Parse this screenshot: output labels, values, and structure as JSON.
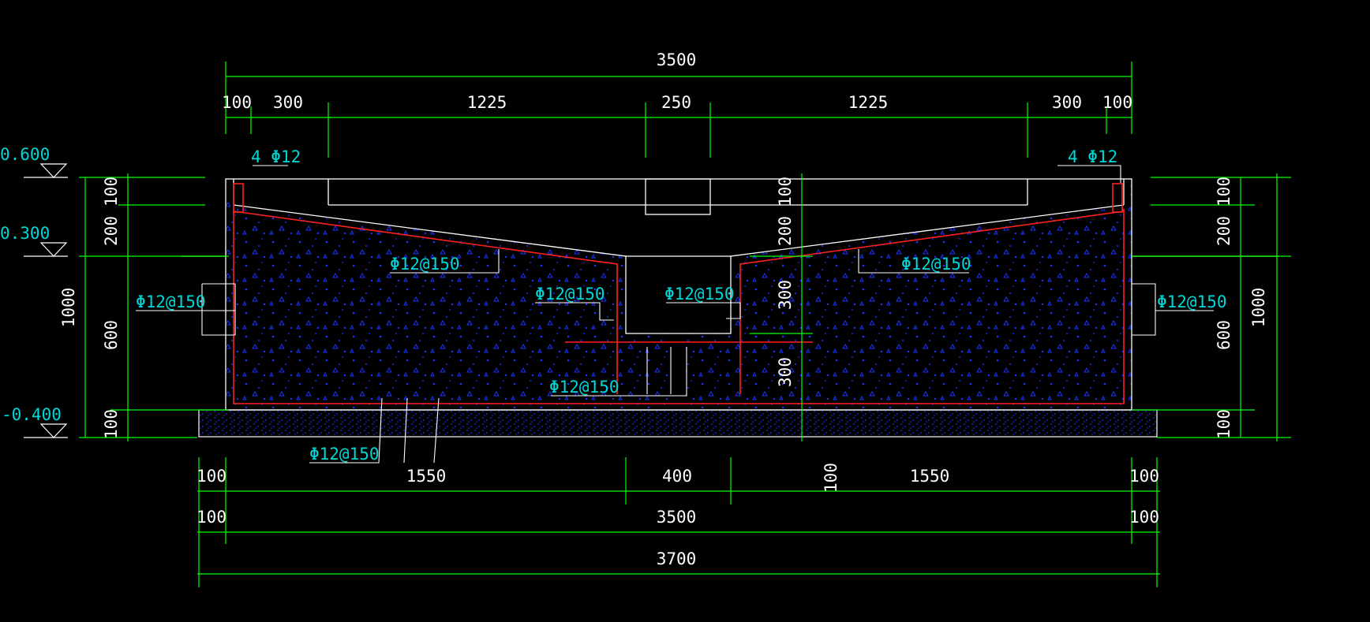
{
  "colors": {
    "background": "#000000",
    "dimension": "#00ff00",
    "outline": "#ffffff",
    "rebar": "#ff2020",
    "concrete_hatch": "#1a33ff",
    "label_text": "#00d7d7"
  },
  "dimensions": {
    "top_overall": "3500",
    "top_segments": [
      "100",
      "300",
      "1225",
      "250",
      "1225",
      "300",
      "100"
    ],
    "bottom_row1": [
      "100",
      "1550",
      "400",
      "100",
      "1550",
      "100"
    ],
    "bottom_row2": [
      "100",
      "3500",
      "100"
    ],
    "bottom_overall": "3700",
    "left_segments": [
      "100",
      "200",
      "600",
      "100"
    ],
    "left_overall": "1000",
    "right_segments": [
      "100",
      "200",
      "600",
      "100"
    ],
    "right_overall": "1000",
    "center_segments": [
      "100",
      "200",
      "300",
      "300"
    ]
  },
  "elevations": [
    "0.600",
    "0.300",
    "-0.400"
  ],
  "rebar_labels": {
    "corner_left": "4 Φ12",
    "corner_right": "4 Φ12",
    "slope_left": "Φ12@150",
    "slope_right": "Φ12@150",
    "wall_left": "Φ12@150",
    "wall_right": "Φ12@150",
    "trench_left": "Φ12@150",
    "trench_right": "Φ12@150",
    "trench_bottom": "Φ12@150",
    "base_slab": "Φ12@150"
  }
}
